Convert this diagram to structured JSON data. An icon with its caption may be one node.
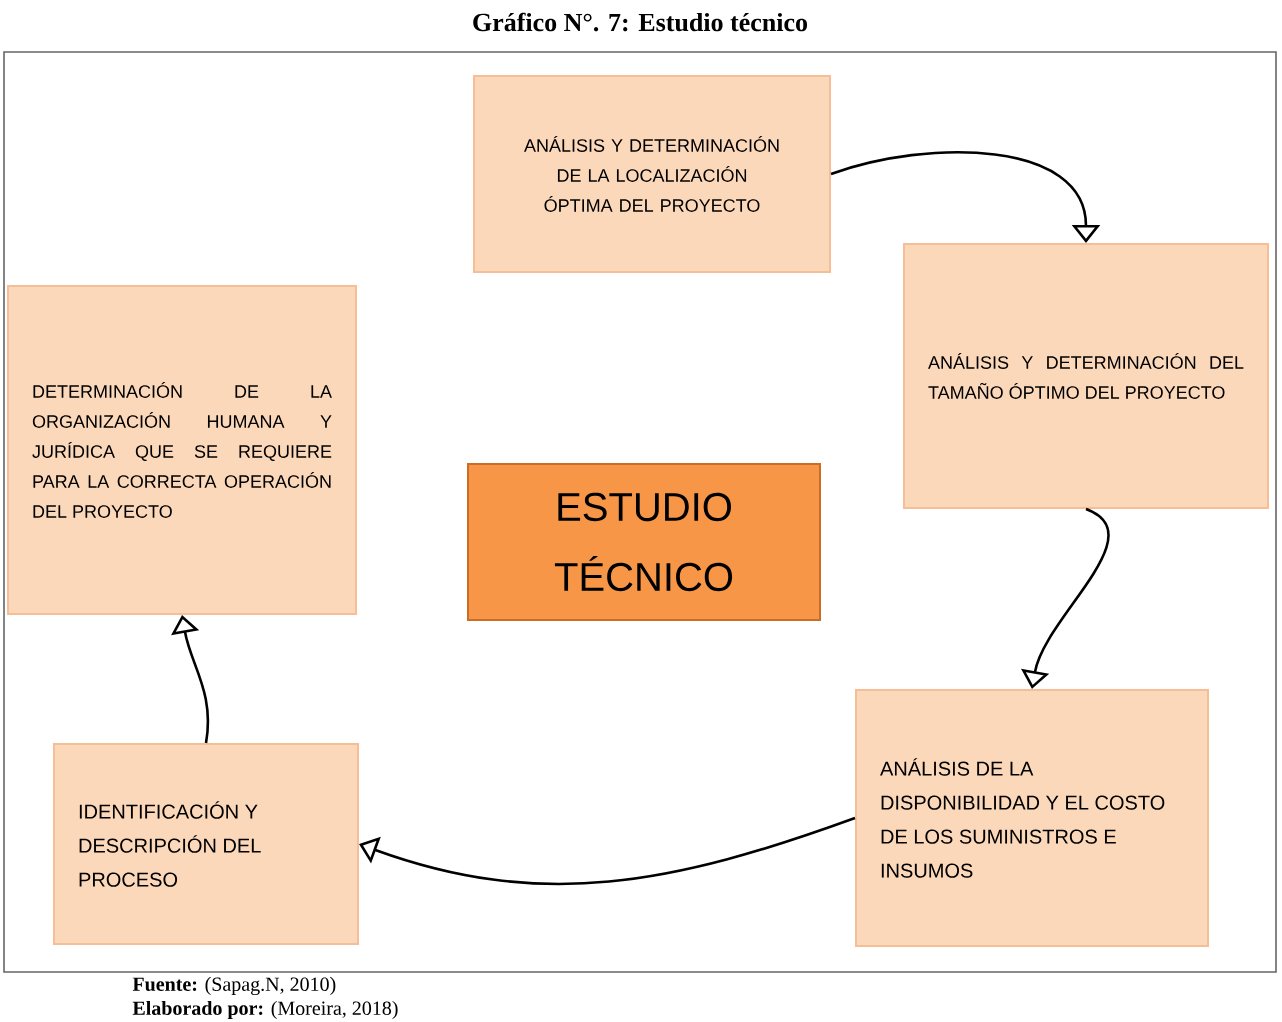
{
  "diagram": {
    "title": "Gráfico N°. 7: Estudio técnico",
    "nodes": [
      {
        "text": [
          "ESTUDIO TÉCNICO"
        ]
      },
      {
        "text": [
          "ANÁLISIS Y DETERMINACIÓN DE LA LOCALIZACIÓN ÓPTIMA DEL PROYECTO"
        ]
      },
      {
        "text": [
          "ANÁLISIS Y DETERMINACIÓN DEL TAMAÑO ÓPTIMO DEL PROYECTO"
        ]
      },
      {
        "text": [
          "ANÁLISIS DE LA DISPONIBILIDAD Y EL COSTO DE LOS SUMINISTROS E INSUMOS"
        ]
      },
      {
        "text": [
          "IDENTIFICACIÓN Y DESCRIPCIÓN DEL PROCESO"
        ]
      },
      {
        "text": [
          "DETERMINACIÓN DE LA ORGANIZACIÓN HUMANA Y JURÍDICA QUE SE REQUIERE PARA LA CORRECTA OPERACIÓN DEL PROYECTO"
        ]
      }
    ],
    "edges": [
      {
        "from": 1,
        "to": 2,
        "arrow": "to"
      },
      {
        "from": 2,
        "to": 3,
        "arrow": "to"
      },
      {
        "from": 3,
        "to": 4,
        "arrow": "to"
      },
      {
        "from": 4,
        "to": 5,
        "arrow": "to"
      }
    ],
    "labels": [
      "**Fuente:** (Sapag.N, 2010)",
      "**Elaborado por:** (Moreira, 2018)"
    ]
  }
}
